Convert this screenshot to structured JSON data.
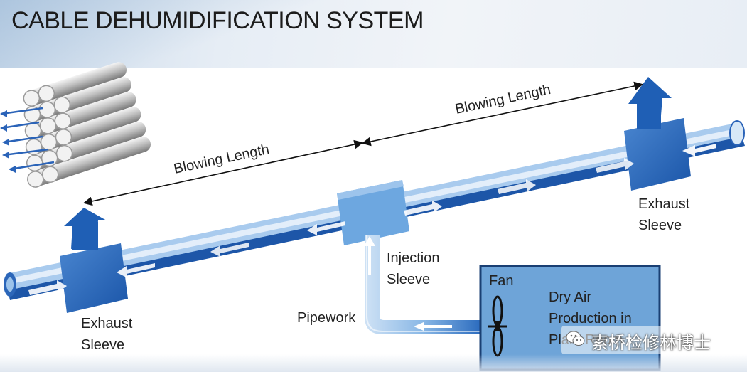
{
  "title": "CABLE DEHUMIDIFICATION SYSTEM",
  "labels": {
    "blowing_length_left": "Blowing Length",
    "blowing_length_right": "Blowing Length",
    "exhaust_right_1": "Exhaust",
    "exhaust_right_2": "Sleeve",
    "exhaust_left_1": "Exhaust",
    "exhaust_left_2": "Sleeve",
    "injection_1": "Injection",
    "injection_2": "Sleeve",
    "pipework": "Pipework",
    "fan": "Fan",
    "dry_air_1": "Dry Air",
    "dry_air_2": "Production in",
    "dry_air_3": "Plant Room"
  },
  "watermark": "索桥检修林博士",
  "colors": {
    "pipe_light": "#bcd6f0",
    "pipe_dark": "#1f5fb5",
    "sleeve": "#2a6cc0",
    "plant_box": "#6ea4d8"
  }
}
